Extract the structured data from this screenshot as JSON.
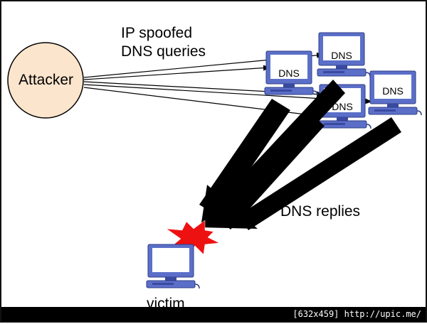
{
  "diagram": {
    "attacker_label": "Attacker",
    "queries_label_line1": "IP spoofed",
    "queries_label_line2": "DNS queries",
    "replies_label": "DNS replies",
    "victim_label": "victim",
    "dns_servers": [
      {
        "label": "DNS"
      },
      {
        "label": "DNS"
      },
      {
        "label": "DNS"
      },
      {
        "label": "DNS"
      }
    ],
    "colors": {
      "attacker_fill": "#fce5cd",
      "monitor": "#5b6fc9",
      "monitor_dark": "#3a4aa0",
      "screen": "#ffffff",
      "arrow": "#000000",
      "explosion": "#ee1111"
    }
  },
  "footer": {
    "watermark": "[632x459] http://upic.me/"
  }
}
